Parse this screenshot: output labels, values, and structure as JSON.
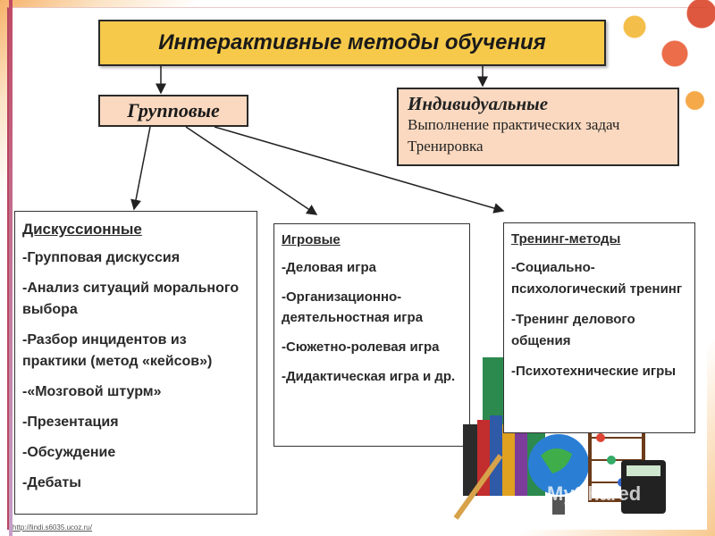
{
  "title": "Интерактивные методы обучения",
  "group": {
    "label": "Групповые"
  },
  "individual": {
    "heading": "Индивидуальные",
    "items": [
      "Выполнение практических задач",
      "Тренировка"
    ]
  },
  "discussion": {
    "heading": "Дискуссионные",
    "items": [
      "-Групповая дискуссия",
      "-Анализ ситуаций морального выбора",
      "-Разбор инцидентов из практики (метод «кейсов»)",
      "-«Мозговой штурм»",
      "-Презентация",
      "-Обсуждение",
      "-Дебаты"
    ]
  },
  "games": {
    "heading": "Игровые",
    "items": [
      "-Деловая игра",
      "-Организационно-деятельностная игра",
      "-Сюжетно-ролевая игра",
      "-Дидактическая игра и др."
    ]
  },
  "training": {
    "heading": "Тренинг-методы",
    "items": [
      "-Социально-психологический тренинг",
      "-Тренинг делового общения",
      "-Психотехнические игры"
    ]
  },
  "footer": "http://lindi.s6035.ucoz.ru/",
  "watermark": "MyShared",
  "decor": {
    "accent": "#f6c94a",
    "box_fill": "#fbd9c0",
    "border_left": "#b8465f",
    "icons": [
      "autumn-leaves-icon",
      "books-icon",
      "globe-icon",
      "calculator-icon",
      "paintbrush-icon",
      "abacus-icon"
    ]
  }
}
